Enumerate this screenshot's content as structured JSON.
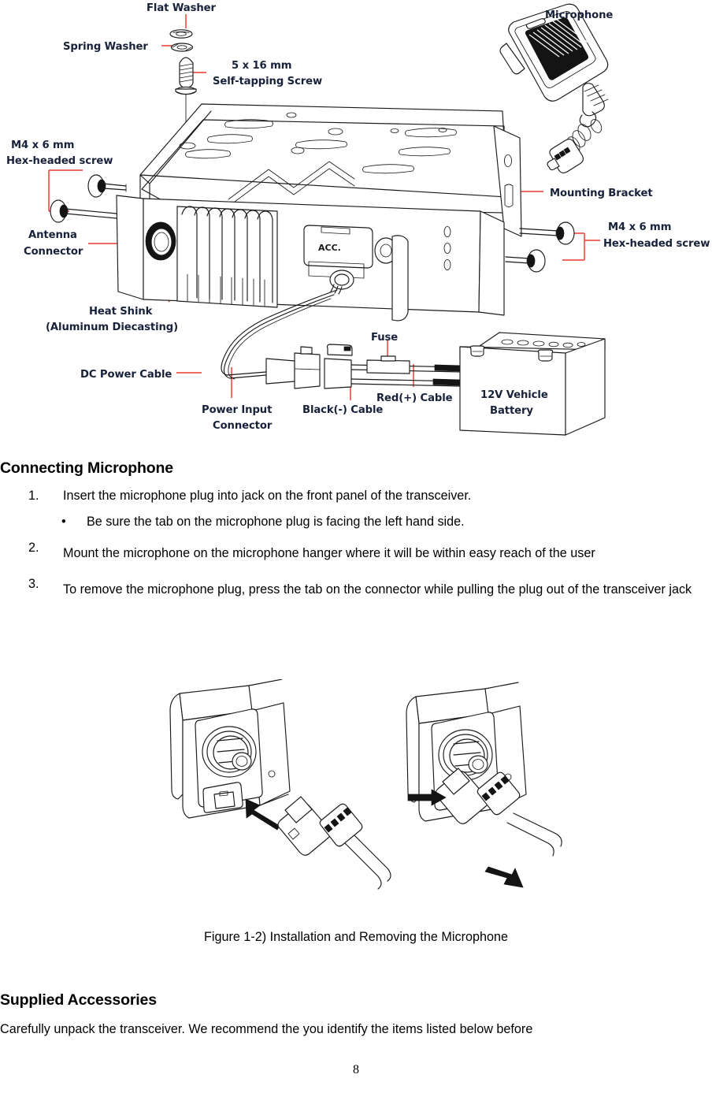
{
  "page": {
    "number": "8"
  },
  "figure_exploded": {
    "name": "transceiver-installation-exploded-diagram",
    "labels": {
      "flat_washer": "Flat Washer",
      "spring_washer": "Spring Washer",
      "self_tapping_screw_line1": "5 x 16 mm",
      "self_tapping_screw_line2": "Self-tapping Screw",
      "microphone": "Microphone",
      "hex_screw_left_line1": "M4 x 6 mm",
      "hex_screw_left_line2": "Hex-headed screw",
      "mounting_bracket": "Mounting Bracket",
      "hex_screw_right_line1": "M4 x 6 mm",
      "hex_screw_right_line2": "Hex-headed  screw",
      "antenna_connector_line1": "Antenna",
      "antenna_connector_line2": "Connector",
      "heat_shink_line1": "Heat Shink",
      "heat_shink_line2": "(Aluminum Diecasting)",
      "dc_power_cable": "DC Power Cable",
      "power_input_connector_line1": "Power Input",
      "power_input_connector_line2": "Connector",
      "black_cable": "Black(-) Cable",
      "fuse": "Fuse",
      "red_cable": "Red(+) Cable",
      "battery_line1": "12V Vehicle",
      "battery_line2": "Battery",
      "acc_port": "ACC."
    }
  },
  "section_connecting_microphone": {
    "heading": "Connecting Microphone",
    "steps": [
      {
        "num": "1.",
        "text": "Insert the microphone plug into jack on the front panel of the transceiver."
      },
      {
        "num": "2.",
        "text": "Mount the microphone on the microphone hanger where it will be within easy reach of the user"
      },
      {
        "num": "3.",
        "text": "To remove the microphone plug, press the tab on the connector while pulling the plug out of the transceiver jack"
      }
    ],
    "bullet": {
      "marker": "•",
      "text": "Be sure the tab on the microphone plug is facing the left hand side."
    }
  },
  "figure_mic": {
    "name": "microphone-install-remove-figure",
    "left_panel_name": "installing-microphone-plug",
    "right_panel_name": "removing-microphone-plug",
    "caption": "Figure 1-2) Installation and Removing the Microphone"
  },
  "section_supplied_accessories": {
    "heading": "Supplied Accessories",
    "paragraph": "Carefully unpack the transceiver. We recommend the you identify the items listed below before"
  },
  "colors": {
    "leader_line": "#e8574e",
    "label_text": "#17213a",
    "body_text": "#000000",
    "line_art": "#1a1a1a",
    "background": "#ffffff"
  }
}
